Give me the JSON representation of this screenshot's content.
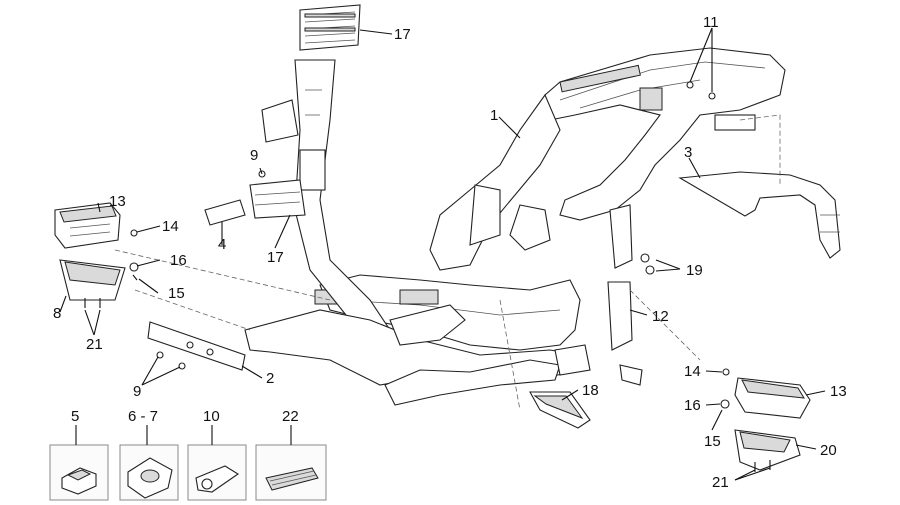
{
  "callouts": {
    "c1": "1",
    "c2": "2",
    "c3": "3",
    "c4": "4",
    "c5": "5",
    "c67": "6 - 7",
    "c8": "8",
    "c9a": "9",
    "c9b": "9",
    "c10": "10",
    "c11": "11",
    "c12": "12",
    "c13a": "13",
    "c13b": "13",
    "c14a": "14",
    "c14b": "14",
    "c15a": "15",
    "c15b": "15",
    "c16a": "16",
    "c16b": "16",
    "c17a": "17",
    "c17b": "17",
    "c18": "18",
    "c19": "19",
    "c20": "20",
    "c21a": "21",
    "c21b": "21",
    "c22": "22"
  }
}
